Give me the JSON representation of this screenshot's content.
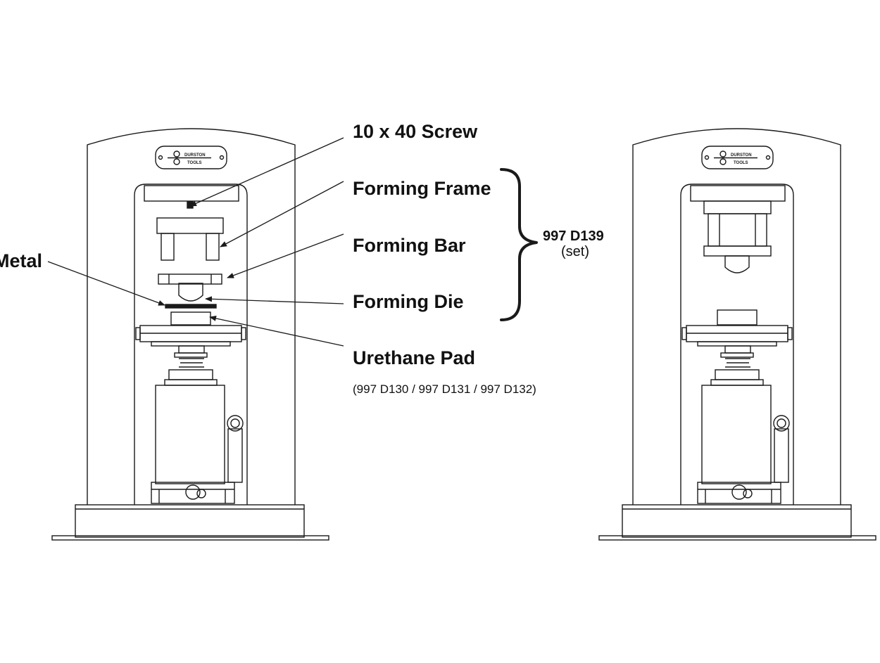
{
  "labels": {
    "screw": "10 x 40 Screw",
    "forming_frame": "Forming Frame",
    "forming_bar": "Forming Bar",
    "forming_die": "Forming Die",
    "urethane_pad": "Urethane Pad",
    "pad_part_numbers": "(997 D130 / 997 D131 / 997 D132)",
    "metal": "Metal",
    "set_part_number": "997 D139",
    "set_note": "(set)"
  },
  "logo": {
    "line1": "DURSTON",
    "line2": "TOOLS"
  },
  "colors": {
    "line": "#1a1a1a",
    "background": "#ffffff"
  }
}
